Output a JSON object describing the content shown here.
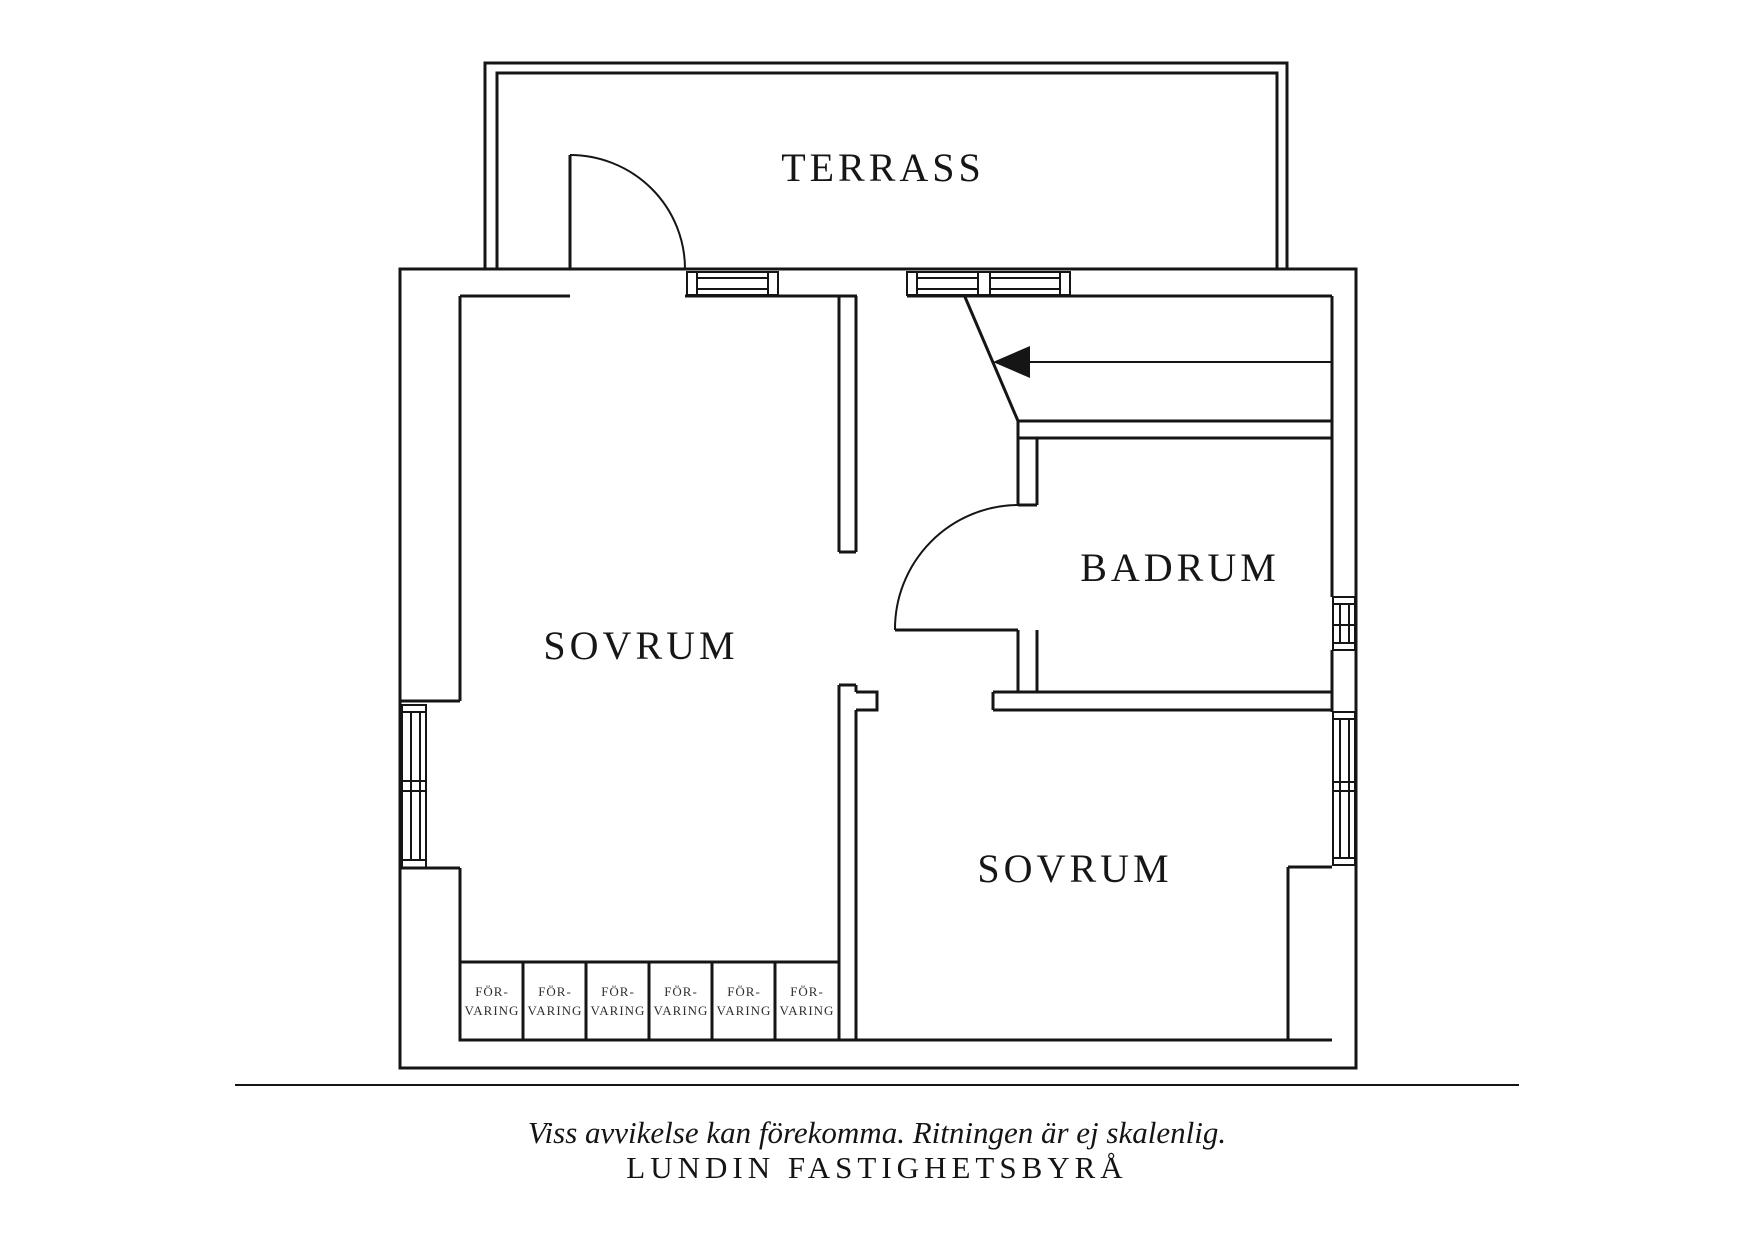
{
  "labels": {
    "terrace": "TERRASS",
    "bedroom_left": "SOVRUM",
    "bathroom": "BADRUM",
    "bedroom_right": "SOVRUM",
    "storage": {
      "line1": "FÖR-",
      "line2": "VARING"
    }
  },
  "footer": {
    "disclaimer": "Viss avvikelse kan förekomma. Ritningen är ej skalenlig.",
    "company": "LUNDIN FASTIGHETSBYRÅ"
  },
  "colors": {
    "line": "#151515",
    "background": "#ffffff",
    "text": "#161616"
  }
}
